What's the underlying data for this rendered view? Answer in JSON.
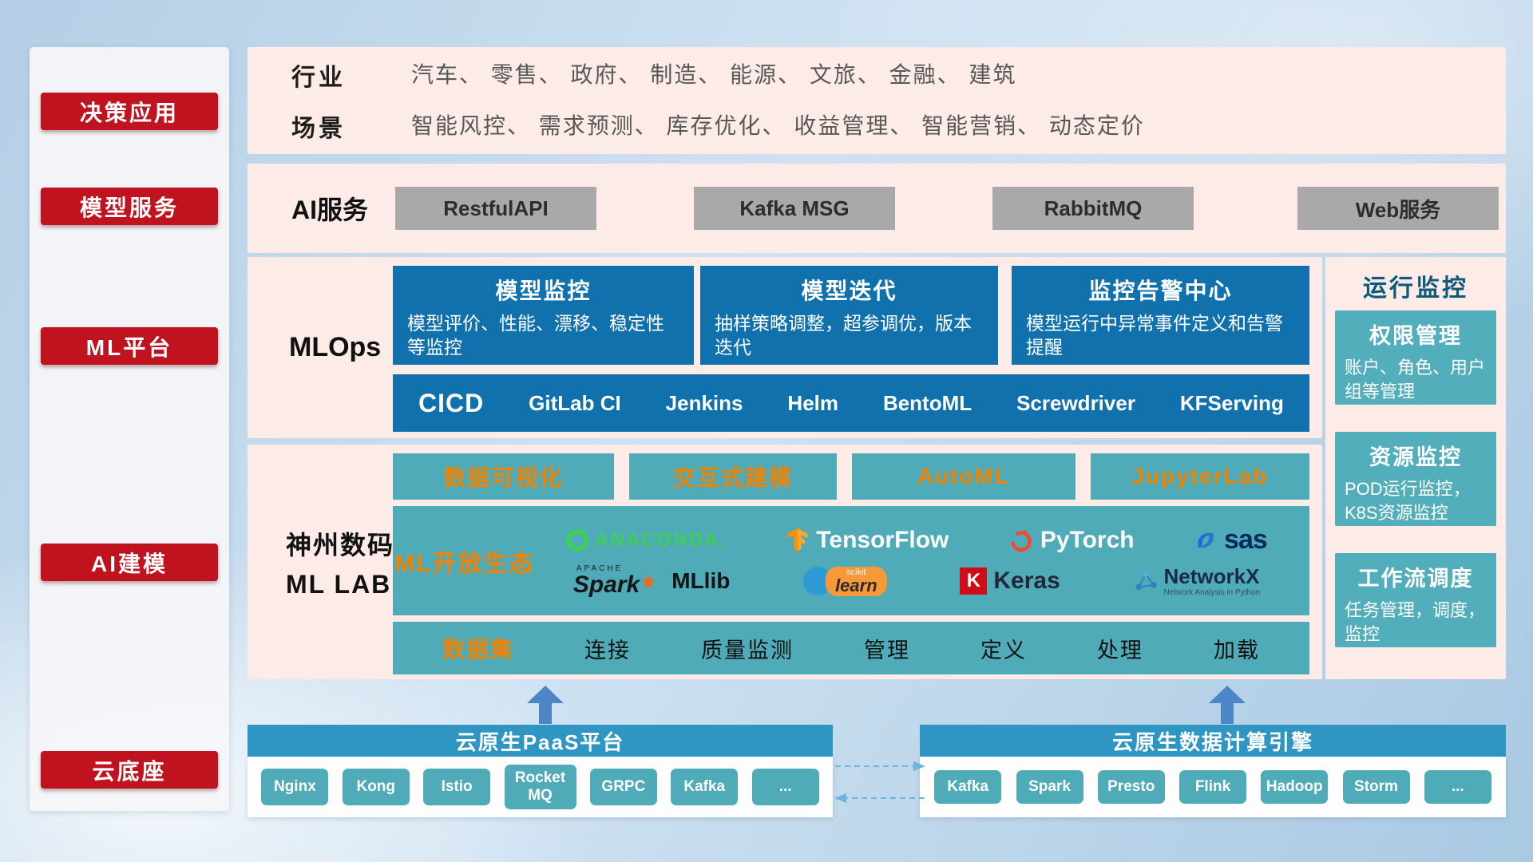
{
  "colors": {
    "accent_red": "#c0121f",
    "panel_pink": "#fcebe7",
    "primary_blue": "#1171ad",
    "teal": "#4fabb7",
    "bottom_bar_blue": "#2f96c3",
    "highlight_orange": "#f08300",
    "gray_node": "#a9a9a9",
    "arrow_blue": "#4d86c6"
  },
  "sidebar": {
    "items": [
      {
        "label": "决策应用"
      },
      {
        "label": "模型服务"
      },
      {
        "label": "ML平台"
      },
      {
        "label": "AI建模"
      },
      {
        "label": "云底座"
      }
    ]
  },
  "industry": {
    "rows": [
      {
        "label": "行业",
        "value": "汽车、 零售、 政府、 制造、 能源、 文旅、 金融、 建筑"
      },
      {
        "label": "场景",
        "value": "智能风控、 需求预测、 库存优化、 收益管理、 智能营销、 动态定价"
      }
    ]
  },
  "ai_service": {
    "label": "AI服务",
    "items": [
      "RestfulAPI",
      "Kafka MSG",
      "RabbitMQ",
      "Web服务"
    ]
  },
  "mlops": {
    "label": "MLOps",
    "cards": [
      {
        "title": "模型监控",
        "desc": "模型评价、性能、漂移、稳定性等监控"
      },
      {
        "title": "模型迭代",
        "desc": "抽样策略调整，超参调优，版本迭代"
      },
      {
        "title": "监控告警中心",
        "desc": "模型运行中异常事件定义和告警提醒"
      }
    ],
    "cicd_label": "CICD",
    "cicd_items": [
      "GitLab CI",
      "Jenkins",
      "Helm",
      "BentoML",
      "Screwdriver",
      "KFServing"
    ]
  },
  "mllab": {
    "label_line1": "神州数码",
    "label_line2": "ML LAB",
    "tools": [
      "数据可视化",
      "交互式建模",
      "AutoML",
      "JupyterLab"
    ],
    "eco_label": "ML开放生态",
    "logos": {
      "anaconda": "ANACONDA.",
      "tensorflow": "TensorFlow",
      "pytorch": "PyTorch",
      "sas": "sas",
      "spark_apache": "APACHE",
      "spark": "Spark",
      "mllib": "MLlib",
      "scikit_top": "scikit",
      "scikit": "learn",
      "keras_k": "K",
      "keras": "Keras",
      "networkx": "NetworkX",
      "networkx_sub": "Network Analysis in Python"
    },
    "dataset_label": "数据集",
    "dataset_items": [
      "连接",
      "质量监测",
      "管理",
      "定义",
      "处理",
      "加载"
    ]
  },
  "monitor": {
    "title": "运行监控",
    "cards": [
      {
        "title": "权限管理",
        "desc": "账户、角色、用户组等管理"
      },
      {
        "title": "资源监控",
        "desc": "POD运行监控，K8S资源监控"
      },
      {
        "title": "工作流调度",
        "desc": "任务管理，调度，监控"
      }
    ]
  },
  "bottom": {
    "paas_title": "云原生PaaS平台",
    "paas_items": [
      "Nginx",
      "Kong",
      "Istio",
      "RocketMQ",
      "GRPC",
      "Kafka",
      "..."
    ],
    "engine_title": "云原生数据计算引擎",
    "engine_items": [
      "Kafka",
      "Spark",
      "Presto",
      "Flink",
      "Hadoop",
      "Storm",
      "..."
    ]
  }
}
